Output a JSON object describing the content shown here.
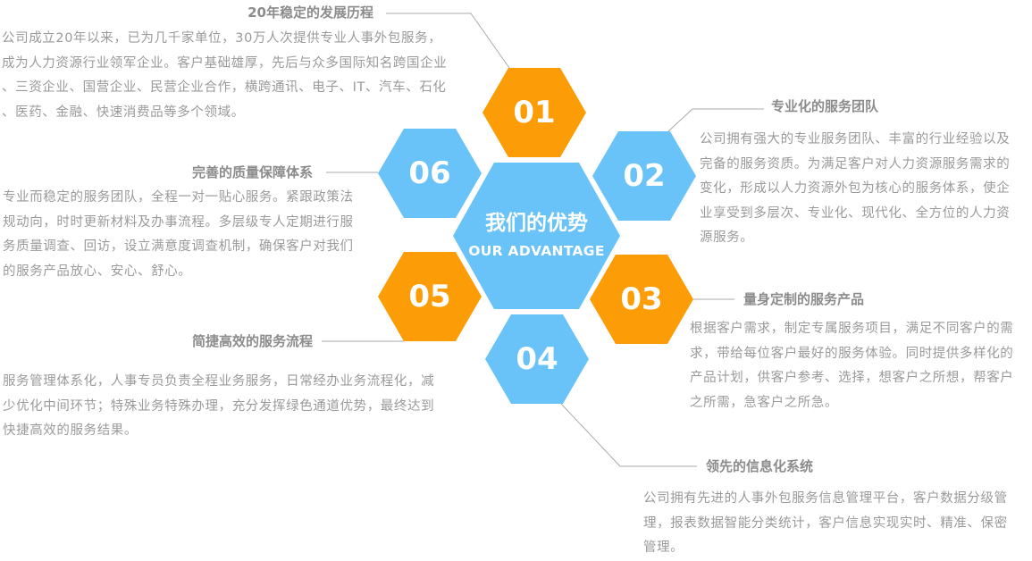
{
  "colors": {
    "orange": "#fc9c06",
    "blue": "#69c3f8",
    "line": "#aaaaaa",
    "text": "#9a9a9a",
    "title": "#8c8c8c"
  },
  "center": {
    "title": "我们的优势",
    "subtitle": "OUR ADVANTAGE"
  },
  "items": [
    {
      "num": "01",
      "title": "20年稳定的发展历程",
      "lines": [
        "公司成立20年以来，已为几千家单位，30万人次提供专业人事外包服务，",
        "成为人力资源行业领军企业。客户基础雄厚，先后与众多国际知名跨国企业",
        "、三资企业、国营企业、民营企业合作，横跨通讯、电子、IT、汽车、石化",
        "、医药、金融、快速消费品等多个领域。"
      ]
    },
    {
      "num": "02",
      "title": "专业化的服务团队",
      "lines": [
        "公司拥有强大的专业服务团队、丰富的行业经验以及",
        "完备的服务资质。为满足客户对人力资源服务需求的",
        "变化，形成以人力资源外包为核心的服务体系，使企",
        "业享受到多层次、专业化、现代化、全方位的人力资",
        "源服务。"
      ]
    },
    {
      "num": "03",
      "title": "量身定制的服务产品",
      "lines": [
        "根据客户需求，制定专属服务项目，满足不同客户的需",
        "求，带给每位客户最好的服务体验。同时提供多样化的",
        "产品计划，供客户参考、选择，想客户之所想，帮客户",
        "之所需，急客户之所急。"
      ]
    },
    {
      "num": "04",
      "title": "领先的信息化系统",
      "lines": [
        "公司拥有先进的人事外包服务信息管理平台，客户数据分级管",
        "理，报表数据智能分类统计，客户信息实现实时、精准、保密",
        "管理。"
      ]
    },
    {
      "num": "05",
      "title": "简捷高效的服务流程",
      "lines": [
        "服务管理体系化，人事专员负责全程业务服务，日常经办业务流程化，减",
        "少优化中间环节；特殊业务特殊办理，充分发挥绿色通道优势，最终达到",
        "快捷高效的服务结果。"
      ]
    },
    {
      "num": "06",
      "title": "完善的质量保障体系",
      "lines": [
        "专业而稳定的服务团队，全程一对一贴心服务。紧跟政策法",
        "规动向，时时更新材料及办事流程。多层级专人定期进行服",
        "务质量调查、回访，设立满意度调查机制，确保客户对我们",
        "的服务产品放心、安心、舒心。"
      ]
    }
  ]
}
